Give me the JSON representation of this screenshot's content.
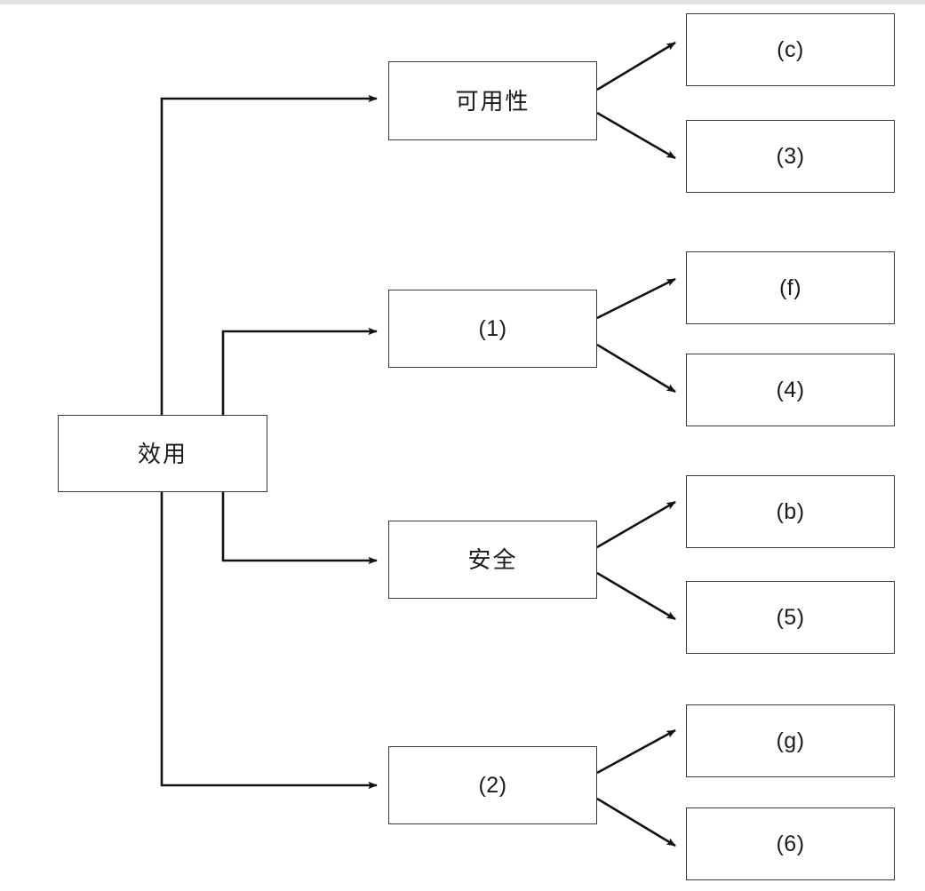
{
  "diagram": {
    "type": "hierarchy-tree",
    "orientation": "left-to-right",
    "background_color": "#ffffff",
    "line_color": "#1b1b1b",
    "box_border_color": "#3a3a3a",
    "root": {
      "id": "root",
      "label": "效用"
    },
    "branches": [
      {
        "id": "branch-1",
        "label": "可用性",
        "children": [
          {
            "id": "leaf-c",
            "label": "(c)"
          },
          {
            "id": "leaf-3",
            "label": "(3)"
          }
        ]
      },
      {
        "id": "branch-2",
        "label": "(1)",
        "children": [
          {
            "id": "leaf-f",
            "label": "(f)"
          },
          {
            "id": "leaf-4",
            "label": "(4)"
          }
        ]
      },
      {
        "id": "branch-3",
        "label": "安全",
        "children": [
          {
            "id": "leaf-b",
            "label": "(b)"
          },
          {
            "id": "leaf-5",
            "label": "(5)"
          }
        ]
      },
      {
        "id": "branch-4",
        "label": "(2)",
        "children": [
          {
            "id": "leaf-g",
            "label": "(g)"
          },
          {
            "id": "leaf-6",
            "label": "(6)"
          }
        ]
      }
    ]
  }
}
